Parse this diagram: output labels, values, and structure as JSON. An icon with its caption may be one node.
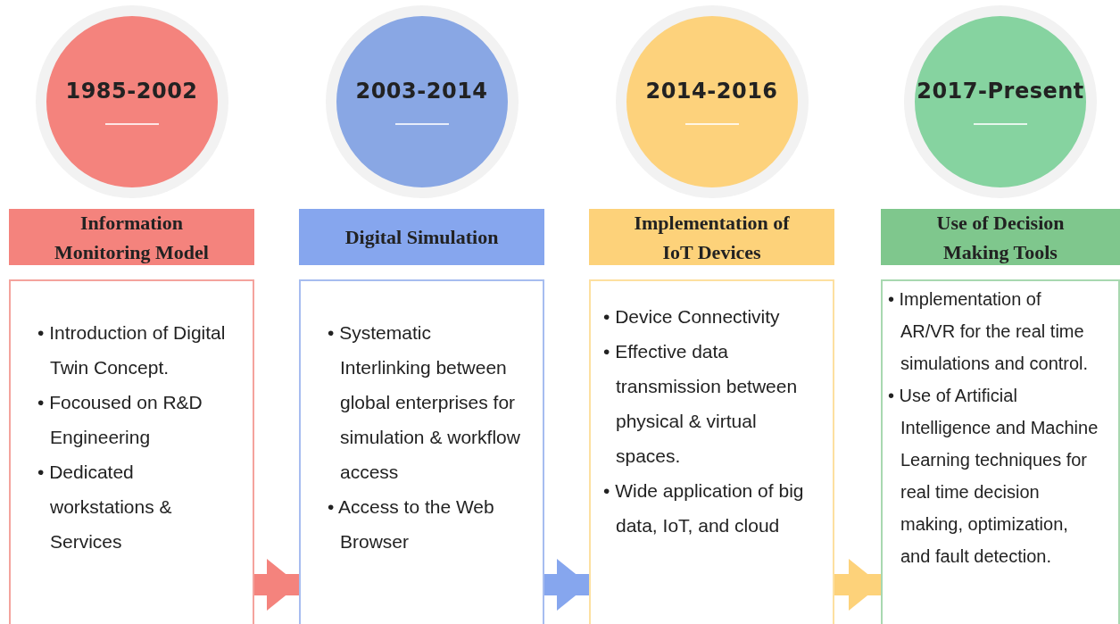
{
  "diagram": {
    "nodes": [
      {
        "text": [
          "1985-2002"
        ]
      },
      {
        "text": [
          "2003-2014"
        ]
      },
      {
        "text": [
          "2014-2016"
        ]
      },
      {
        "text": [
          "2017-Present"
        ]
      },
      {
        "text": [
          "Information Monitoring Model"
        ]
      },
      {
        "text": [
          "Digital Simulation"
        ]
      },
      {
        "text": [
          "Implementation of IoT Devices"
        ]
      },
      {
        "text": [
          "Use of Decision Making Tools"
        ]
      },
      {
        "text": [
          "• Introduction of Digital Twin Concept.",
          "• Focoused on R&D Engineering",
          "• Dedicated workstations & Services"
        ]
      },
      {
        "text": [
          "• Systematic Interlinking between global enterprises for simulation & workflow access",
          "• Access to the Web Browser"
        ]
      },
      {
        "text": [
          "• Device Connectivity",
          "• Effective data transmission between physical & virtual spaces.",
          "• Wide application of big data, IoT, and cloud"
        ]
      },
      {
        "text": [
          "• Implementation of AR/VR for the real time simulations and control.",
          "• Use of Artificial Intelligence and Machine Learning techniques for real time decision making, optimization, and fault detection."
        ]
      }
    ],
    "edges": [
      {
        "from": 8,
        "to": 9,
        "arrow": "to",
        "color": "#f4837d"
      },
      {
        "from": 9,
        "to": 10,
        "arrow": "to",
        "color": "#86a6ee"
      },
      {
        "from": 10,
        "to": 11,
        "arrow": "to",
        "color": "#fdd27a"
      }
    ]
  }
}
